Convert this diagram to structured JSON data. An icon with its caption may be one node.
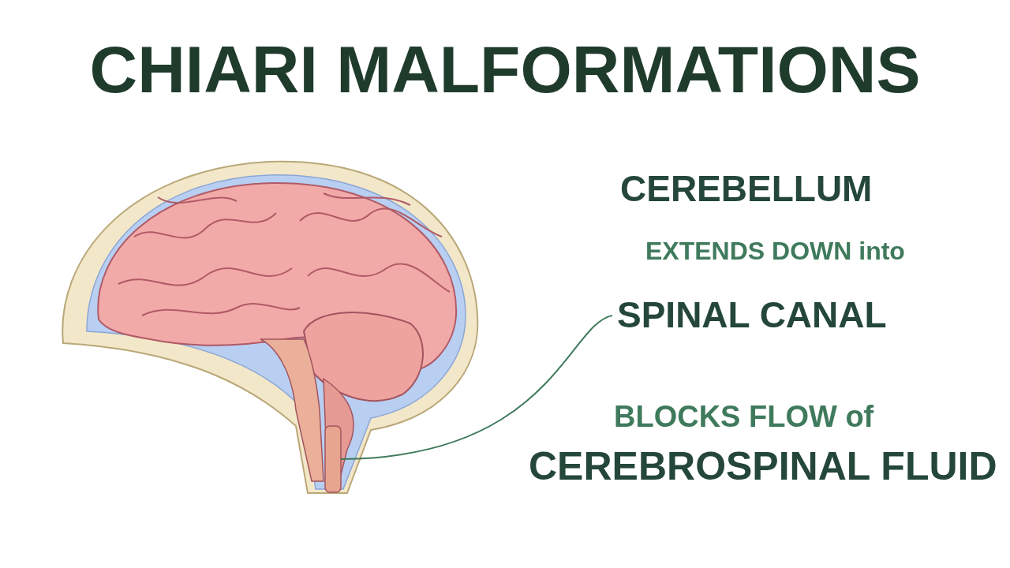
{
  "diagram": {
    "title": "CHIARI MALFORMATIONS",
    "nodes": [
      {
        "text": [
          "SPINAL CANAL"
        ]
      },
      {
        "text": [],
        "shape": "bar"
      }
    ],
    "edges": [
      {
        "from": 0,
        "to": 1,
        "arrow": "none"
      }
    ],
    "labels": [
      "CEREBELLUM",
      "EXTENDS DOWN into",
      "BLOCKS FLOW of",
      "CEREBROSPINAL FLUID"
    ]
  }
}
